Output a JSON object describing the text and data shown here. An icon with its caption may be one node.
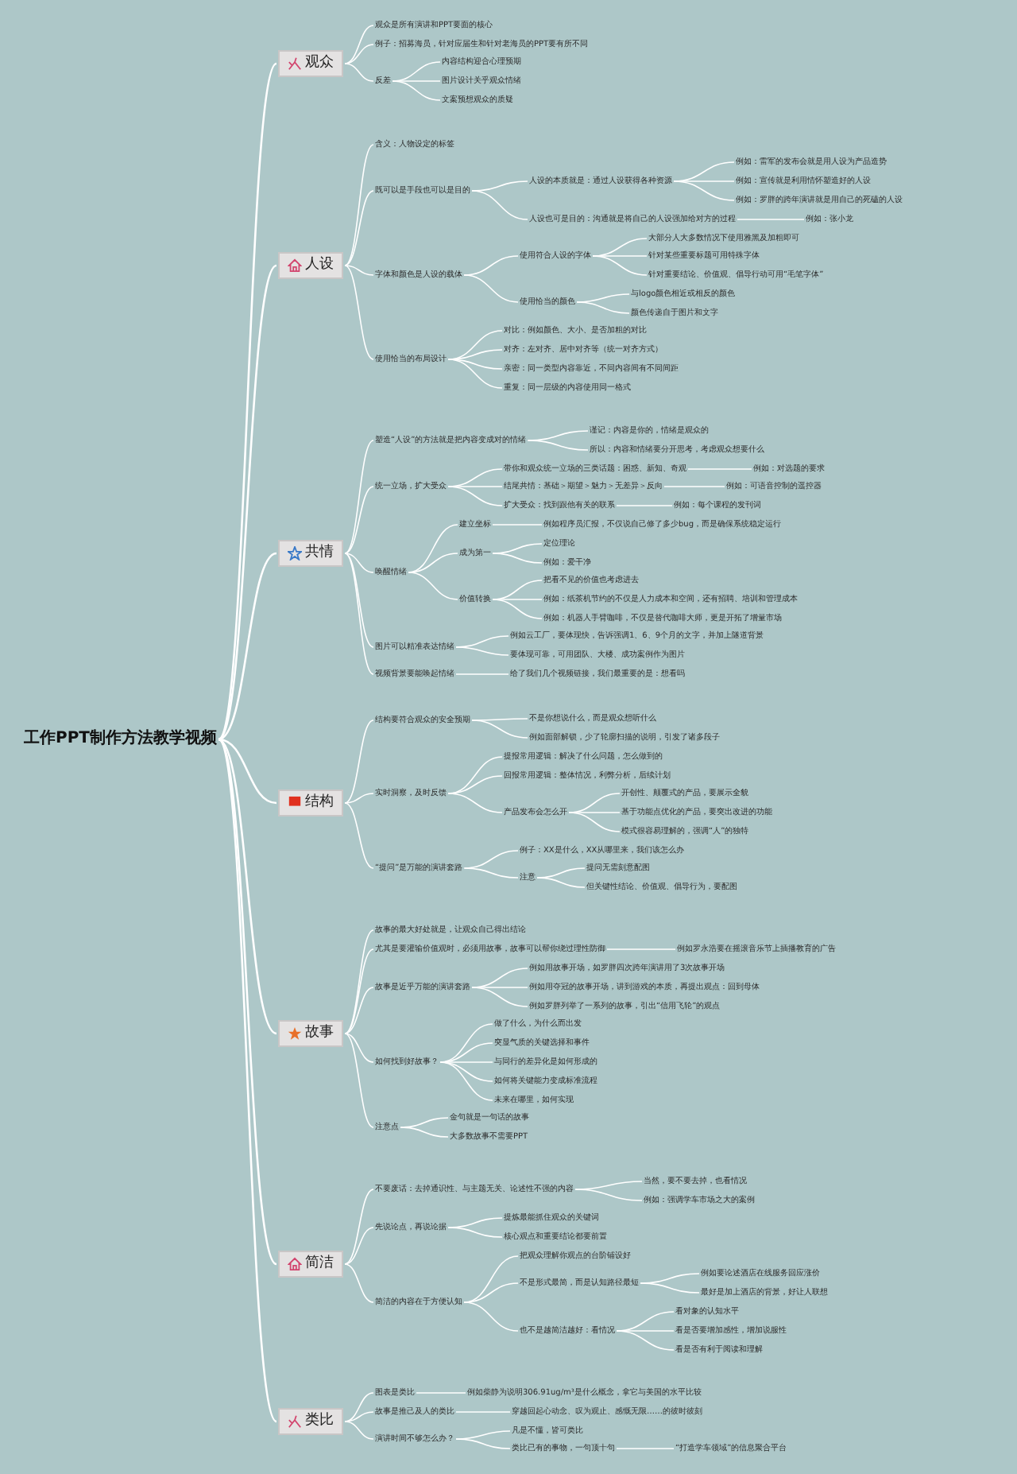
{
  "diagram": {
    "nodes": [
      {
        "text": [
          "工作PPT制作方法教学视频"
        ]
      },
      {
        "text": [
          "观众"
        ]
      },
      {
        "text": [
          "观众是所有演讲和PPT要面的核心"
        ]
      },
      {
        "text": [
          "例子：招募海员，针对应届生和针对老海员的PPT要有所不同"
        ]
      },
      {
        "text": [
          "反差"
        ]
      },
      {
        "text": [
          "内容结构迎合心理预期"
        ]
      },
      {
        "text": [
          "图片设计关乎观众情绪"
        ]
      },
      {
        "text": [
          "文案预想观众的质疑"
        ]
      },
      {
        "text": [
          "人设"
        ]
      },
      {
        "text": [
          "含义：人物设定的标签"
        ]
      },
      {
        "text": [
          "既可以是手段也可以是目的"
        ]
      },
      {
        "text": [
          "人设的本质就是：通过人设获得各种资源"
        ]
      },
      {
        "text": [
          "例如：雷军的发布会就是用人设为产品造势"
        ]
      },
      {
        "text": [
          "例如：宣传就是利用情怀塑造好的人设"
        ]
      },
      {
        "text": [
          "例如：罗胖的跨年演讲就是用自己的死磕的人设"
        ]
      },
      {
        "text": [
          "人设也可是目的：沟通就是将自己的人设强加给对方的过程"
        ]
      },
      {
        "text": [
          "例如：张小龙"
        ]
      },
      {
        "text": [
          "字体和颜色是人设的载体"
        ]
      },
      {
        "text": [
          "使用符合人设的字体"
        ]
      },
      {
        "text": [
          "大部分人大多数情况下使用雅黑及加粗即可"
        ]
      },
      {
        "text": [
          "针对某些重要标题可用特殊字体"
        ]
      },
      {
        "text": [
          "针对重要结论、价值观、倡导行动可用“毛笔字体”"
        ]
      },
      {
        "text": [
          "使用恰当的颜色"
        ]
      },
      {
        "text": [
          "与logo颜色相近或相反的颜色"
        ]
      },
      {
        "text": [
          "颜色传递自于图片和文字"
        ]
      },
      {
        "text": [
          "使用恰当的布局设计"
        ]
      },
      {
        "text": [
          "对比：例如颜色、大小、是否加粗的对比"
        ]
      },
      {
        "text": [
          "对齐：左对齐、居中对齐等（统一对齐方式）"
        ]
      },
      {
        "text": [
          "亲密：同一类型内容靠近，不同内容间有不同间距"
        ]
      },
      {
        "text": [
          "重复：同一层级的内容使用同一格式"
        ]
      },
      {
        "text": [
          "共情"
        ]
      },
      {
        "text": [
          "塑造“人设”的方法就是把内容变成对的情绪"
        ]
      },
      {
        "text": [
          "谨记：内容是你的，情绪是观众的"
        ]
      },
      {
        "text": [
          "所以：内容和情绪要分开思考，考虑观众想要什么"
        ]
      },
      {
        "text": [
          "统一立场，扩大受众"
        ]
      },
      {
        "text": [
          "带你和观众统一立场的三类话题：困惑、新知、奇观"
        ]
      },
      {
        "text": [
          "例如：对选题的要求"
        ]
      },
      {
        "text": [
          "结尾共情：基础＞期望＞魅力＞无差异＞反向"
        ]
      },
      {
        "text": [
          "例如：可语音控制的遥控器"
        ]
      },
      {
        "text": [
          "扩大受众：找到跟他有关的联系"
        ]
      },
      {
        "text": [
          "例如：每个课程的发刊词"
        ]
      },
      {
        "text": [
          "唤醒情绪"
        ]
      },
      {
        "text": [
          "建立坐标"
        ]
      },
      {
        "text": [
          "例如程序员汇报，不仅说自己修了多少bug，而是确保系统稳定运行"
        ]
      },
      {
        "text": [
          "成为第一"
        ]
      },
      {
        "text": [
          "定位理论"
        ]
      },
      {
        "text": [
          "例如：爱干净"
        ]
      },
      {
        "text": [
          "价值转换"
        ]
      },
      {
        "text": [
          "把看不见的价值也考虑进去"
        ]
      },
      {
        "text": [
          "例如：纸茶机节约的不仅是人力成本和空间，还有招聘、培训和管理成本"
        ]
      },
      {
        "text": [
          "例如：机器人手臂咖啡，不仅是替代咖啡大师，更是开拓了增量市场"
        ]
      },
      {
        "text": [
          "图片可以精准表达情绪"
        ]
      },
      {
        "text": [
          "例如云工厂，要体现快，告诉强调1、6、9个月的文字，并加上隧道背景"
        ]
      },
      {
        "text": [
          "要体现可靠，可用团队、大楼、成功案例作为图片"
        ]
      },
      {
        "text": [
          "视频背景要能唤起情绪"
        ]
      },
      {
        "text": [
          "给了我们几个视频链接，我们最重要的是：想看吗"
        ]
      },
      {
        "text": [
          "结构"
        ]
      },
      {
        "text": [
          "结构要符合观众的安全预期"
        ]
      },
      {
        "text": [
          "不是你想说什么，而是观众想听什么"
        ]
      },
      {
        "text": [
          "例如面部解锁，少了轮廓扫描的说明，引发了诸多段子"
        ]
      },
      {
        "text": [
          "实时洞察，及时反馈"
        ]
      },
      {
        "text": [
          "提报常用逻辑：解决了什么问题，怎么做到的"
        ]
      },
      {
        "text": [
          "回报常用逻辑：整体情况，利弊分析，后续计划"
        ]
      },
      {
        "text": [
          "产品发布会怎么开"
        ]
      },
      {
        "text": [
          "开创性、颠覆式的产品，要展示全貌"
        ]
      },
      {
        "text": [
          "基于功能点优化的产品，要突出改进的功能"
        ]
      },
      {
        "text": [
          "模式很容易理解的，强调“人”的独特"
        ]
      },
      {
        "text": [
          "“提问”是万能的演讲套路"
        ]
      },
      {
        "text": [
          "例子：XX是什么，XX从哪里来，我们该怎么办"
        ]
      },
      {
        "text": [
          "注意"
        ]
      },
      {
        "text": [
          "提问无需刻意配图"
        ]
      },
      {
        "text": [
          "但关键性结论、价值观、倡导行为，要配图"
        ]
      },
      {
        "text": [
          "故事"
        ]
      },
      {
        "text": [
          "故事的最大好处就是，让观众自己得出结论"
        ]
      },
      {
        "text": [
          "尤其是要灌输价值观时，必须用故事，故事可以帮你绕过理性防御"
        ]
      },
      {
        "text": [
          "例如罗永浩要在摇滚音乐节上插播教育的广告"
        ]
      },
      {
        "text": [
          "故事是近乎万能的演讲套路"
        ]
      },
      {
        "text": [
          "例如用故事开场，如罗胖四次跨年演讲用了3次故事开场"
        ]
      },
      {
        "text": [
          "例如用夺冠的故事开场，讲到游戏的本质，再提出观点：回到母体"
        ]
      },
      {
        "text": [
          "例如罗胖列举了一系列的故事，引出“信用飞轮”的观点"
        ]
      },
      {
        "text": [
          "如何找到好故事？"
        ]
      },
      {
        "text": [
          "做了什么，为什么而出发"
        ]
      },
      {
        "text": [
          "突显气质的关键选择和事件"
        ]
      },
      {
        "text": [
          "与同行的差异化是如何形成的"
        ]
      },
      {
        "text": [
          "如何将关键能力变成标准流程"
        ]
      },
      {
        "text": [
          "未来在哪里，如何实现"
        ]
      },
      {
        "text": [
          "注意点"
        ]
      },
      {
        "text": [
          "金句就是一句话的故事"
        ]
      },
      {
        "text": [
          "大多数故事不需要PPT"
        ]
      },
      {
        "text": [
          "简洁"
        ]
      },
      {
        "text": [
          "不要废话：去掉通识性、与主题无关、论述性不强的内容"
        ]
      },
      {
        "text": [
          "当然，要不要去掉，也看情况"
        ]
      },
      {
        "text": [
          "例如：强调学车市场之大的案例"
        ]
      },
      {
        "text": [
          "先说论点，再说论据"
        ]
      },
      {
        "text": [
          "提炼最能抓住观众的关键词"
        ]
      },
      {
        "text": [
          "核心观点和重要结论都要前置"
        ]
      },
      {
        "text": [
          "简洁的内容在于方便认知"
        ]
      },
      {
        "text": [
          "把观众理解你观点的台阶铺设好"
        ]
      },
      {
        "text": [
          "不是形式最简，而是认知路径最短"
        ]
      },
      {
        "text": [
          "例如要论述酒店在线服务回应涨价"
        ]
      },
      {
        "text": [
          "最好是加上酒店的背景，好让人联想"
        ]
      },
      {
        "text": [
          "也不是越简洁越好：看情况"
        ]
      },
      {
        "text": [
          "看对象的认知水平"
        ]
      },
      {
        "text": [
          "看是否要增加感性，增加说服性"
        ]
      },
      {
        "text": [
          "看是否有利于阅读和理解"
        ]
      },
      {
        "text": [
          "类比"
        ]
      },
      {
        "text": [
          "图表是类比"
        ]
      },
      {
        "text": [
          "例如柴静为说明306.91ug/m³是什么概念，拿它与美国的水平比较"
        ]
      },
      {
        "text": [
          "故事是推己及人的类比"
        ]
      },
      {
        "text": [
          "穿越回起心动念、叹为观止、感慨无限……的彼时彼刻"
        ]
      },
      {
        "text": [
          "演讲时间不够怎么办？"
        ]
      },
      {
        "text": [
          "凡是不懂，皆可类比"
        ]
      },
      {
        "text": [
          "类比已有的事物，一句顶十句"
        ]
      },
      {
        "text": [
          "“打造学车领域”的信息聚合平台"
        ]
      }
    ],
    "edges": [
      {
        "from": 0,
        "to": 1,
        "arrow": "none"
      },
      {
        "from": 0,
        "to": 8,
        "arrow": "none"
      },
      {
        "from": 0,
        "to": 30,
        "arrow": "none"
      },
      {
        "from": 0,
        "to": 56,
        "arrow": "none"
      },
      {
        "from": 0,
        "to": 72,
        "arrow": "none"
      },
      {
        "from": 0,
        "to": 89,
        "arrow": "none"
      },
      {
        "from": 0,
        "to": 105,
        "arrow": "none"
      },
      {
        "from": 1,
        "to": 2,
        "arrow": "none"
      },
      {
        "from": 1,
        "to": 3,
        "arrow": "none"
      },
      {
        "from": 1,
        "to": 4,
        "arrow": "none"
      },
      {
        "from": 4,
        "to": 5,
        "arrow": "none"
      },
      {
        "from": 4,
        "to": 6,
        "arrow": "none"
      },
      {
        "from": 4,
        "to": 7,
        "arrow": "none"
      },
      {
        "from": 8,
        "to": 9,
        "arrow": "none"
      },
      {
        "from": 8,
        "to": 10,
        "arrow": "none"
      },
      {
        "from": 8,
        "to": 17,
        "arrow": "none"
      },
      {
        "from": 8,
        "to": 25,
        "arrow": "none"
      },
      {
        "from": 10,
        "to": 11,
        "arrow": "none"
      },
      {
        "from": 10,
        "to": 15,
        "arrow": "none"
      },
      {
        "from": 11,
        "to": 12,
        "arrow": "none"
      },
      {
        "from": 11,
        "to": 13,
        "arrow": "none"
      },
      {
        "from": 11,
        "to": 14,
        "arrow": "none"
      },
      {
        "from": 15,
        "to": 16,
        "arrow": "none"
      },
      {
        "from": 17,
        "to": 18,
        "arrow": "none"
      },
      {
        "from": 17,
        "to": 22,
        "arrow": "none"
      },
      {
        "from": 18,
        "to": 19,
        "arrow": "none"
      },
      {
        "from": 18,
        "to": 20,
        "arrow": "none"
      },
      {
        "from": 18,
        "to": 21,
        "arrow": "none"
      },
      {
        "from": 22,
        "to": 23,
        "arrow": "none"
      },
      {
        "from": 22,
        "to": 24,
        "arrow": "none"
      },
      {
        "from": 25,
        "to": 26,
        "arrow": "none"
      },
      {
        "from": 25,
        "to": 27,
        "arrow": "none"
      },
      {
        "from": 25,
        "to": 28,
        "arrow": "none"
      },
      {
        "from": 25,
        "to": 29,
        "arrow": "none"
      },
      {
        "from": 30,
        "to": 31,
        "arrow": "none"
      },
      {
        "from": 30,
        "to": 34,
        "arrow": "none"
      },
      {
        "from": 30,
        "to": 41,
        "arrow": "none"
      },
      {
        "from": 30,
        "to": 51,
        "arrow": "none"
      },
      {
        "from": 30,
        "to": 54,
        "arrow": "none"
      },
      {
        "from": 31,
        "to": 32,
        "arrow": "none"
      },
      {
        "from": 31,
        "to": 33,
        "arrow": "none"
      },
      {
        "from": 34,
        "to": 35,
        "arrow": "none"
      },
      {
        "from": 34,
        "to": 37,
        "arrow": "none"
      },
      {
        "from": 34,
        "to": 39,
        "arrow": "none"
      },
      {
        "from": 35,
        "to": 36,
        "arrow": "none"
      },
      {
        "from": 37,
        "to": 38,
        "arrow": "none"
      },
      {
        "from": 39,
        "to": 40,
        "arrow": "none"
      },
      {
        "from": 41,
        "to": 42,
        "arrow": "none"
      },
      {
        "from": 41,
        "to": 44,
        "arrow": "none"
      },
      {
        "from": 41,
        "to": 47,
        "arrow": "none"
      },
      {
        "from": 42,
        "to": 43,
        "arrow": "none"
      },
      {
        "from": 44,
        "to": 45,
        "arrow": "none"
      },
      {
        "from": 44,
        "to": 46,
        "arrow": "none"
      },
      {
        "from": 47,
        "to": 48,
        "arrow": "none"
      },
      {
        "from": 47,
        "to": 49,
        "arrow": "none"
      },
      {
        "from": 47,
        "to": 50,
        "arrow": "none"
      },
      {
        "from": 51,
        "to": 52,
        "arrow": "none"
      },
      {
        "from": 51,
        "to": 53,
        "arrow": "none"
      },
      {
        "from": 54,
        "to": 55,
        "arrow": "none"
      },
      {
        "from": 56,
        "to": 57,
        "arrow": "none"
      },
      {
        "from": 56,
        "to": 60,
        "arrow": "none"
      },
      {
        "from": 56,
        "to": 67,
        "arrow": "none"
      },
      {
        "from": 57,
        "to": 58,
        "arrow": "none"
      },
      {
        "from": 57,
        "to": 59,
        "arrow": "none"
      },
      {
        "from": 60,
        "to": 61,
        "arrow": "none"
      },
      {
        "from": 60,
        "to": 62,
        "arrow": "none"
      },
      {
        "from": 60,
        "to": 63,
        "arrow": "none"
      },
      {
        "from": 63,
        "to": 64,
        "arrow": "none"
      },
      {
        "from": 63,
        "to": 65,
        "arrow": "none"
      },
      {
        "from": 63,
        "to": 66,
        "arrow": "none"
      },
      {
        "from": 67,
        "to": 68,
        "arrow": "none"
      },
      {
        "from": 67,
        "to": 69,
        "arrow": "none"
      },
      {
        "from": 69,
        "to": 70,
        "arrow": "none"
      },
      {
        "from": 69,
        "to": 71,
        "arrow": "none"
      },
      {
        "from": 72,
        "to": 73,
        "arrow": "none"
      },
      {
        "from": 72,
        "to": 74,
        "arrow": "none"
      },
      {
        "from": 72,
        "to": 76,
        "arrow": "none"
      },
      {
        "from": 72,
        "to": 80,
        "arrow": "none"
      },
      {
        "from": 72,
        "to": 86,
        "arrow": "none"
      },
      {
        "from": 74,
        "to": 75,
        "arrow": "none"
      },
      {
        "from": 76,
        "to": 77,
        "arrow": "none"
      },
      {
        "from": 76,
        "to": 78,
        "arrow": "none"
      },
      {
        "from": 76,
        "to": 79,
        "arrow": "none"
      },
      {
        "from": 80,
        "to": 81,
        "arrow": "none"
      },
      {
        "from": 80,
        "to": 82,
        "arrow": "none"
      },
      {
        "from": 80,
        "to": 83,
        "arrow": "none"
      },
      {
        "from": 80,
        "to": 84,
        "arrow": "none"
      },
      {
        "from": 80,
        "to": 85,
        "arrow": "none"
      },
      {
        "from": 86,
        "to": 87,
        "arrow": "none"
      },
      {
        "from": 86,
        "to": 88,
        "arrow": "none"
      },
      {
        "from": 89,
        "to": 90,
        "arrow": "none"
      },
      {
        "from": 89,
        "to": 93,
        "arrow": "none"
      },
      {
        "from": 89,
        "to": 96,
        "arrow": "none"
      },
      {
        "from": 90,
        "to": 91,
        "arrow": "none"
      },
      {
        "from": 90,
        "to": 92,
        "arrow": "none"
      },
      {
        "from": 93,
        "to": 94,
        "arrow": "none"
      },
      {
        "from": 93,
        "to": 95,
        "arrow": "none"
      },
      {
        "from": 96,
        "to": 97,
        "arrow": "none"
      },
      {
        "from": 96,
        "to": 98,
        "arrow": "none"
      },
      {
        "from": 96,
        "to": 101,
        "arrow": "none"
      },
      {
        "from": 98,
        "to": 99,
        "arrow": "none"
      },
      {
        "from": 98,
        "to": 100,
        "arrow": "none"
      },
      {
        "from": 101,
        "to": 102,
        "arrow": "none"
      },
      {
        "from": 101,
        "to": 103,
        "arrow": "none"
      },
      {
        "from": 101,
        "to": 104,
        "arrow": "none"
      },
      {
        "from": 105,
        "to": 106,
        "arrow": "none"
      },
      {
        "from": 105,
        "to": 108,
        "arrow": "none"
      },
      {
        "from": 105,
        "to": 110,
        "arrow": "none"
      },
      {
        "from": 106,
        "to": 107,
        "arrow": "none"
      },
      {
        "from": 108,
        "to": 109,
        "arrow": "none"
      },
      {
        "from": 110,
        "to": 111,
        "arrow": "none"
      },
      {
        "from": 110,
        "to": 112,
        "arrow": "none"
      },
      {
        "from": 112,
        "to": 113,
        "arrow": "none"
      }
    ]
  }
}
